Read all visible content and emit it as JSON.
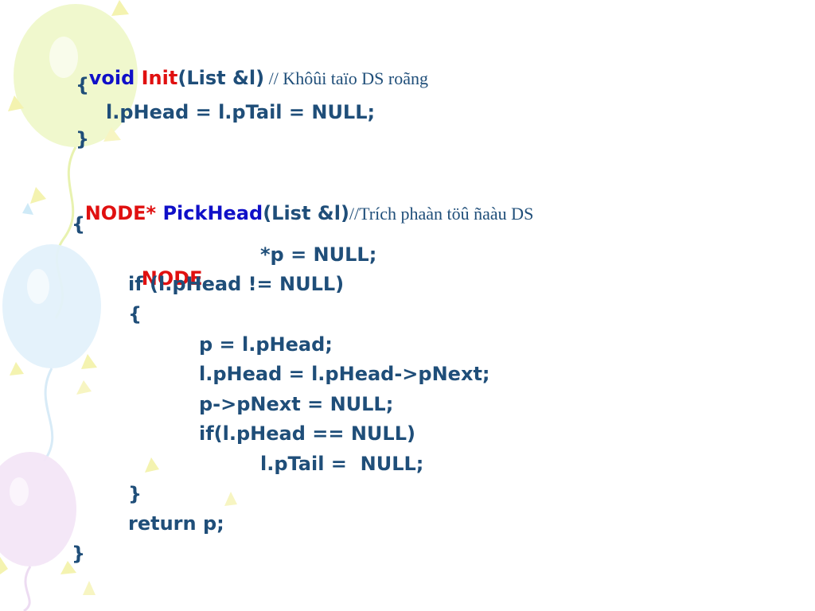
{
  "slide": {
    "init_line1": {
      "void": "void",
      "name": "Init",
      "params": "(List &l)",
      "comment": " // Khôûi taïo DS roãng"
    },
    "init_line2": "{",
    "init_line3": "l.pHead = l.pTail = NULL;",
    "init_line4": "}",
    "pick_line1": {
      "type": "NODE*",
      "name": "PickHead",
      "params": "(List &l)",
      "comment": "//Trích phaàn töû ñaàu DS"
    },
    "pick_open": "{",
    "pick_node_kw": "NODE",
    "pick_node_rest": "*p = NULL;",
    "pick_if": "if (l.pHead != NULL)",
    "pick_inner_open": "{",
    "pick_assign_p": "p = l.pHead;",
    "pick_advance": "l.pHead = l.pHead->pNext;",
    "pick_null_next": "p->pNext = NULL;",
    "pick_if_empty": "if(l.pHead == NULL)",
    "pick_tail_null": "l.pTail =  NULL;",
    "pick_inner_close": "}",
    "pick_return": "return p;",
    "pick_close": "}"
  }
}
